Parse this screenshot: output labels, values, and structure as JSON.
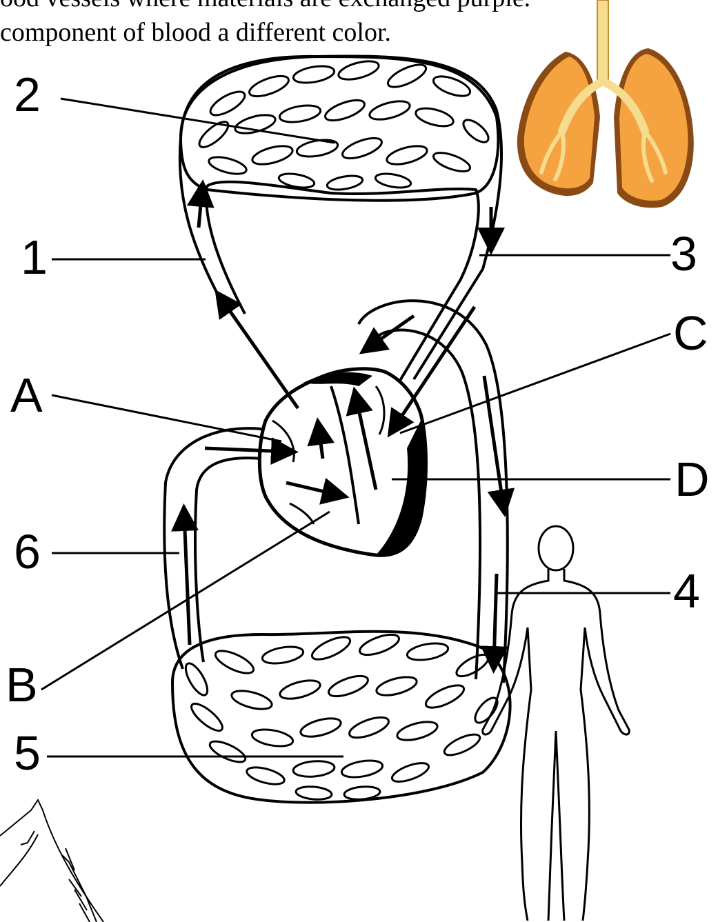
{
  "instructions": {
    "line1": "ood vessels where materials are exchanged purple.",
    "line2": "component of blood a different color."
  },
  "labels": {
    "n1": "1",
    "n2": "2",
    "n3": "3",
    "n4": "4",
    "n5": "5",
    "n6": "6",
    "a": "A",
    "b": "B",
    "c": "C",
    "d": "D"
  },
  "illustrations": {
    "lungs": "lungs-clipart",
    "body": "human-body-outline",
    "heart": "heart",
    "corner": "partial-sketch"
  },
  "colors": {
    "lungs_fill": "#f4a340",
    "lungs_dark": "#8a4a14",
    "bronchi": "#f6dc8e"
  }
}
